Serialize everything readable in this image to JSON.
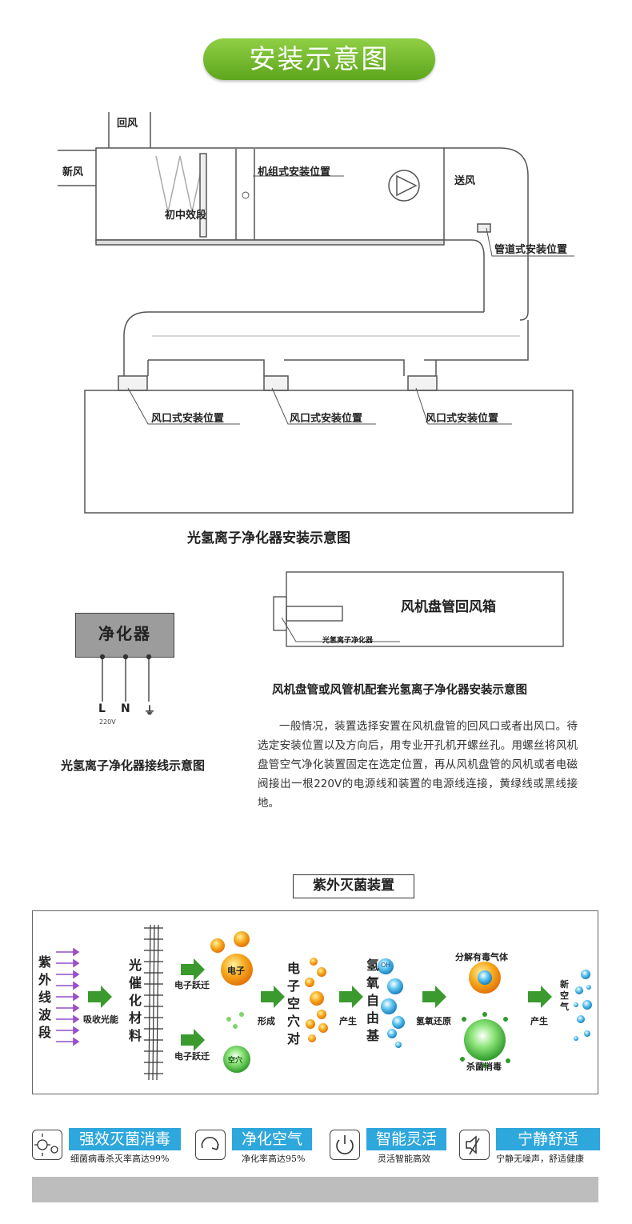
{
  "header": {
    "title": "安装示意图"
  },
  "install_diagram": {
    "label_return_air": "回风",
    "label_fresh_air": "新风",
    "label_supply_air": "送风",
    "label_unit_position": "机组式安装位置",
    "label_filter": "初中效段",
    "label_duct_position": "管道式安装位置",
    "label_vent_positions": [
      "风口式安装位置",
      "风口式安装位置",
      "风口式安装位置"
    ],
    "caption": "光氢离子净化器安装示意图"
  },
  "wiring_diagram": {
    "box_label": "净化器",
    "terminals": [
      "L",
      "N",
      "⏚"
    ],
    "voltage": "220V",
    "caption": "光氢离子净化器接线示意图"
  },
  "fan_coil_diagram": {
    "box_title": "风机盘管回风箱",
    "device_label": "光氢离子净化器",
    "caption": "风机盘管或风管机配套光氢离子净化器安装示意图",
    "description": "一般情况，装置选择安置在风机盘管的回风口或者出风口。待选定安装位置以及方向后，用专业开孔机开螺丝孔。用螺丝将风机盘管空气净化装置固定在选定位置，再从风机盘管的风机或者电磁阀接出一根220V的电源线和装置的电源线连接，黄绿线或黑线接地。"
  },
  "uv_section": {
    "title": "紫外灭菌装置",
    "uv_band": "紫外线波段",
    "absorb_light": "吸收光能",
    "photocatalyst": "光催化材料",
    "electron_transition_1": "电子跃迁",
    "electron": "电子",
    "electron_transition_2": "电子跃迁",
    "hole": "空穴",
    "form": "形成",
    "electron_hole_pair": "电子空穴对",
    "produce_1": "产生",
    "hydroxyl_radical": "氢氧自由基",
    "oh": "OH",
    "hydroxyl_reduction": "氢氧还原",
    "decompose_gas": "分解有毒气体",
    "sterilize": "杀菌消毒",
    "produce_2": "产生",
    "fresh_air": "新空气",
    "uv_symbol": "紫"
  },
  "features": [
    {
      "icon": "sterilize-icon",
      "title": "强效灭菌消毒",
      "subtitle": "细菌病毒杀灭率高达99%"
    },
    {
      "icon": "purify-icon",
      "title": "净化空气",
      "subtitle": "净化率高达95%"
    },
    {
      "icon": "power-icon",
      "title": "智能灵活",
      "subtitle": "灵活智能高效"
    },
    {
      "icon": "mute-icon",
      "title": "宁静舒适",
      "subtitle": "宁静无噪声，舒适健康"
    }
  ],
  "colors": {
    "green_accent": "#6ab42a",
    "blue_accent": "#2ea7dc",
    "arrow_green": "#3a9a2e"
  }
}
